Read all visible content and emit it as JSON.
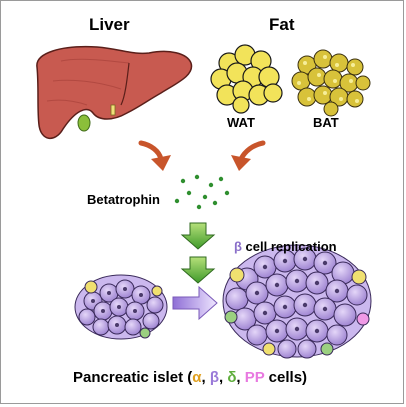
{
  "labels": {
    "liver": "Liver",
    "fat": "Fat",
    "wat": "WAT",
    "bat": "BAT",
    "betatrophin": "Betatrophin",
    "replication_symbol": "β",
    "replication_text": " cell replication"
  },
  "caption": {
    "prefix": "Pancreatic islet (",
    "alpha": "α",
    "sep1": ", ",
    "beta": "β",
    "sep2": ", ",
    "delta": "δ",
    "sep3": ", ",
    "pp": "PP",
    "suffix": " cells)"
  },
  "colors": {
    "liver": "#c85a50",
    "gallbladder": "#8bbf3a",
    "wat_cell": "#f2e35a",
    "bat_cell": "#d8c23a",
    "curved_arrow": "#c8552b",
    "dots": "#2f8f2f",
    "down_arrow": "#5fb53a",
    "right_arrow": "#b99be6",
    "beta_cell": "#b69be0",
    "alpha_cell": "#f0e070",
    "delta_cell": "#9bd080",
    "pp_cell": "#f09ae6"
  }
}
